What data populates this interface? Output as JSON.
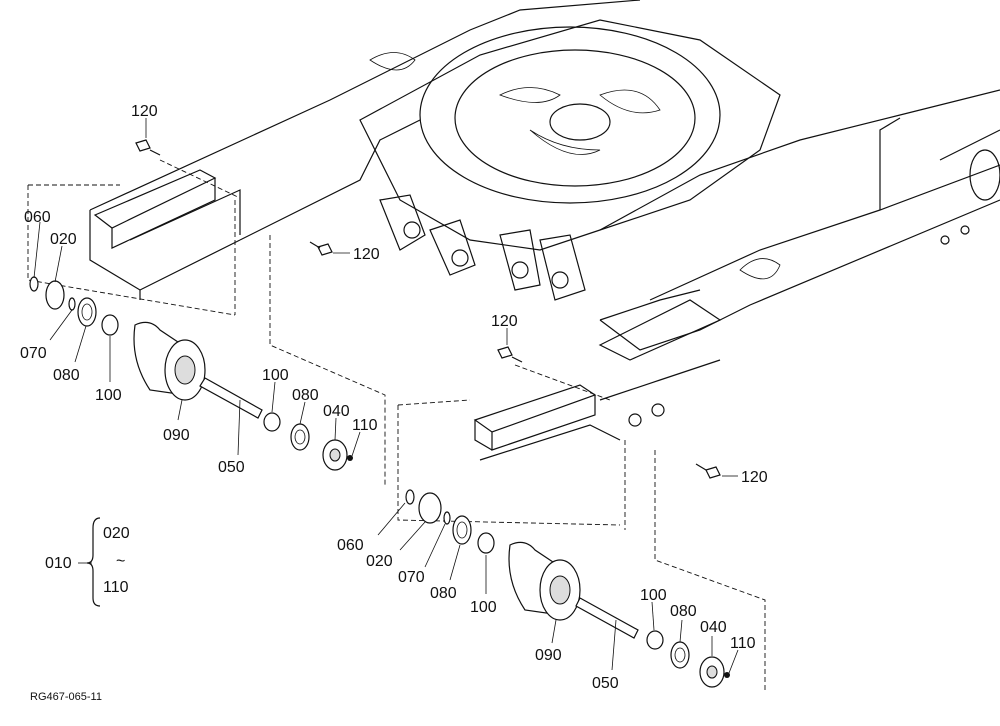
{
  "labels": {
    "p120a": "120",
    "p120b": "120",
    "p120c": "120",
    "p120d": "120",
    "l060": "060",
    "l020": "020",
    "l070": "070",
    "l080": "080",
    "l100": "100",
    "l090": "090",
    "l050": "050",
    "l100b": "100",
    "l080b": "080",
    "l040": "040",
    "l110": "110",
    "r060": "060",
    "r020": "020",
    "r070": "070",
    "r080": "080",
    "r100": "100",
    "r090": "090",
    "r050": "050",
    "r100b": "100",
    "r080b": "080",
    "r040": "040",
    "r110": "110"
  },
  "assembly": {
    "main": "010",
    "from": "020",
    "tilde": "~",
    "to": "110"
  },
  "drawing_code": "RG467-065-11"
}
